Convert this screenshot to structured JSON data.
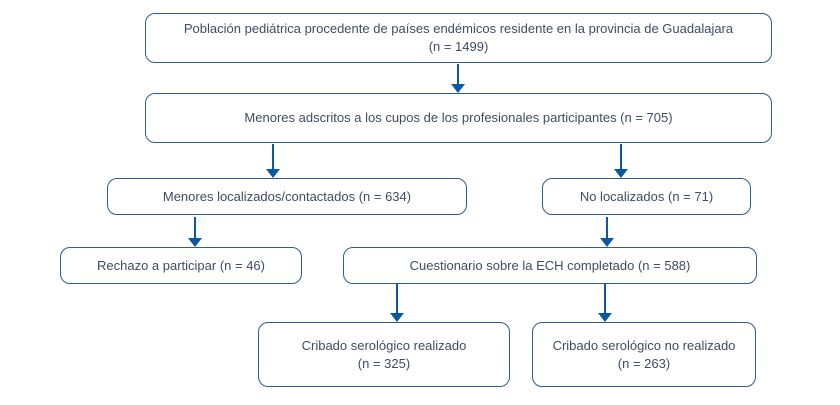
{
  "diagram": {
    "type": "flowchart",
    "colors": {
      "box_border": "#2e5e8f",
      "box_fill": "#ffffff",
      "text": "#3e4d62",
      "arrow": "#0d57a1",
      "background": "#ffffff"
    },
    "nodes": {
      "poblacion": {
        "line1": "Población pediátrica procedente de países endémicos residente en la provincia de Guadalajara",
        "line2": "(n = 1499)"
      },
      "adscritos": {
        "line1": "Menores adscritos a los cupos de los profesionales participantes (n = 705)"
      },
      "localizados": {
        "line1": "Menores localizados/contactados (n = 634)"
      },
      "no_localizados": {
        "line1": "No localizados (n = 71)"
      },
      "rechazo": {
        "line1": "Rechazo a participar (n = 46)"
      },
      "cuestionario": {
        "line1": "Cuestionario sobre la ECH completado (n = 588)"
      },
      "cribado_realizado": {
        "line1": "Cribado serológico realizado",
        "line2": "(n = 325)"
      },
      "cribado_no_realizado": {
        "line1": "Cribado serológico no realizado",
        "line2": "(n = 263)"
      }
    },
    "edges": [
      {
        "from": "poblacion",
        "to": "adscritos"
      },
      {
        "from": "adscritos",
        "to": "localizados"
      },
      {
        "from": "adscritos",
        "to": "no_localizados"
      },
      {
        "from": "localizados",
        "to": "rechazo"
      },
      {
        "from": "no_localizados",
        "to": "cuestionario"
      },
      {
        "from": "cuestionario",
        "to": "cribado_realizado"
      },
      {
        "from": "cuestionario",
        "to": "cribado_no_realizado"
      }
    ]
  }
}
